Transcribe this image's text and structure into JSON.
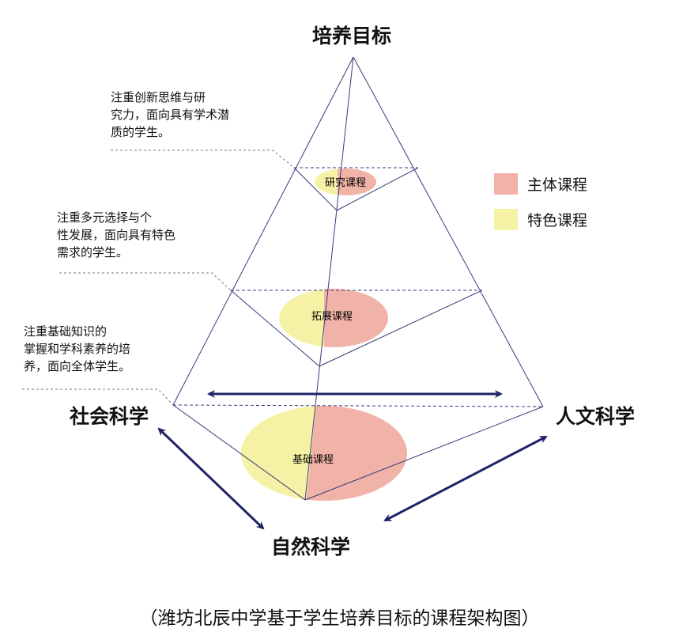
{
  "labels": {
    "top": "培养目标",
    "left": "社会科学",
    "right": "人文科学",
    "bottom": "自然科学"
  },
  "descriptions": {
    "research": "注重创新思维与研\n究力，面向具有学术潜\n质的学生。",
    "extension": "注重多元选择与个\n性发展，面向具有特色\n需求的学生。",
    "foundation": "注重基础知识的\n掌握和学科素养的培\n养，面向全体学生。"
  },
  "courses": {
    "research": "研究课程",
    "extension": "拓展课程",
    "foundation": "基础课程"
  },
  "legend": {
    "main": {
      "label": "主体课程",
      "color": "#f1b3a8"
    },
    "featured": {
      "label": "特色课程",
      "color": "#f5f2a6"
    }
  },
  "caption": "（潍坊北辰中学基于学生培养目标的课程架构图）",
  "colors": {
    "line": "#3a3a7a",
    "arrow": "#1e2466",
    "dash": "#7a7a8a"
  }
}
